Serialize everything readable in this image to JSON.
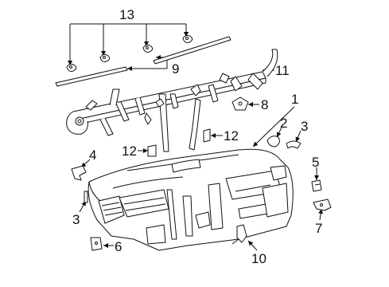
{
  "callouts": {
    "c1": "1",
    "c2": "2",
    "c3a": "3",
    "c3b": "3",
    "c4": "4",
    "c5": "5",
    "c6": "6",
    "c7": "7",
    "c8": "8",
    "c9": "9",
    "c10": "10",
    "c11": "11",
    "c12a": "12",
    "c12b": "12",
    "c13": "13"
  },
  "colors": {
    "line": "#111111",
    "background": "#ffffff"
  }
}
